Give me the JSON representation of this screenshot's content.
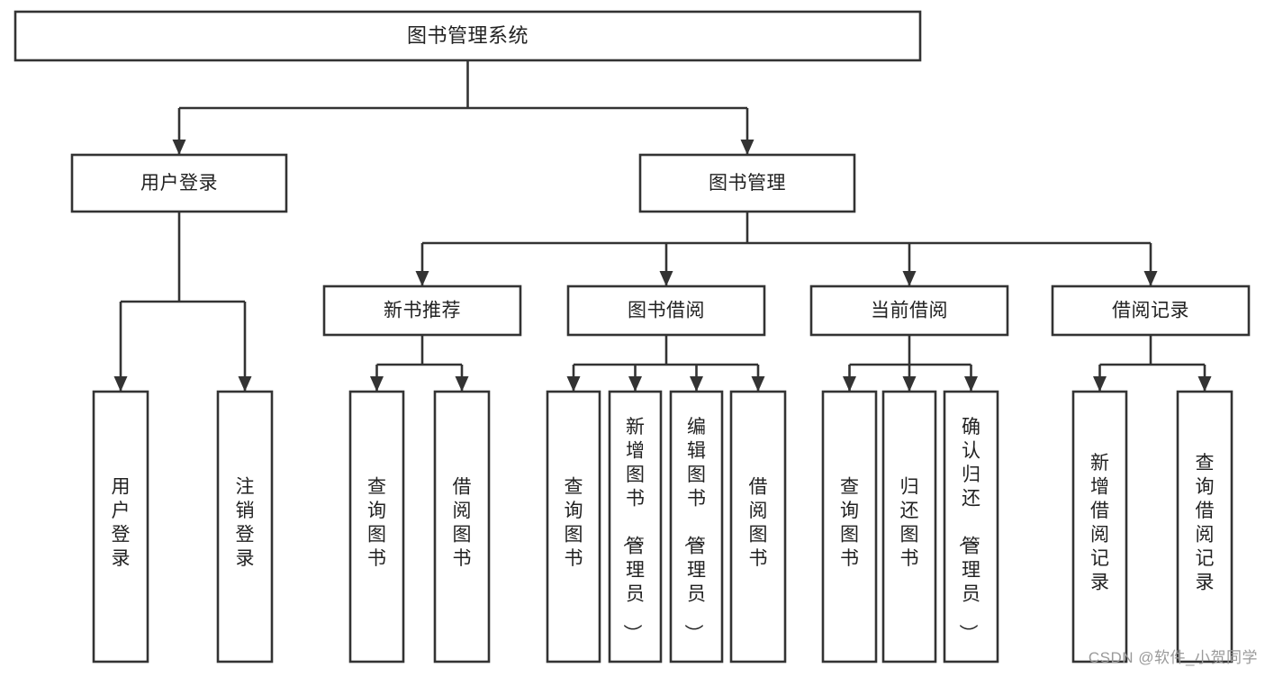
{
  "diagram": {
    "type": "tree-hierarchy",
    "title": "图书管理系统",
    "watermark": "CSDN @软件_小贺同学",
    "colors": {
      "stroke": "#333333",
      "box_fill": "#ffffff",
      "text": "#222222",
      "background": "#ffffff",
      "watermark": "#9a9a9a"
    },
    "root": {
      "label": "图书管理系统"
    },
    "level1": [
      {
        "label": "用户登录"
      },
      {
        "label": "图书管理"
      }
    ],
    "level2": [
      {
        "label": "新书推荐"
      },
      {
        "label": "图书借阅"
      },
      {
        "label": "当前借阅"
      },
      {
        "label": "借阅记录"
      }
    ],
    "groups": [
      {
        "parent": "用户登录",
        "leaves": [
          {
            "label": "用户登录"
          },
          {
            "label": "注销登录"
          }
        ]
      },
      {
        "parent": "新书推荐",
        "leaves": [
          {
            "label": "查询图书"
          },
          {
            "label": "借阅图书"
          }
        ]
      },
      {
        "parent": "图书借阅",
        "leaves": [
          {
            "label": "查询图书"
          },
          {
            "label": "新增图书（管理员）"
          },
          {
            "label": "编辑图书（管理员）"
          },
          {
            "label": "借阅图书"
          }
        ]
      },
      {
        "parent": "当前借阅",
        "leaves": [
          {
            "label": "查询图书"
          },
          {
            "label": "归还图书"
          },
          {
            "label": "确认归还（管理员）"
          }
        ]
      },
      {
        "parent": "借阅记录",
        "leaves": [
          {
            "label": "新增借阅记录"
          },
          {
            "label": "查询借阅记录"
          }
        ]
      }
    ]
  }
}
